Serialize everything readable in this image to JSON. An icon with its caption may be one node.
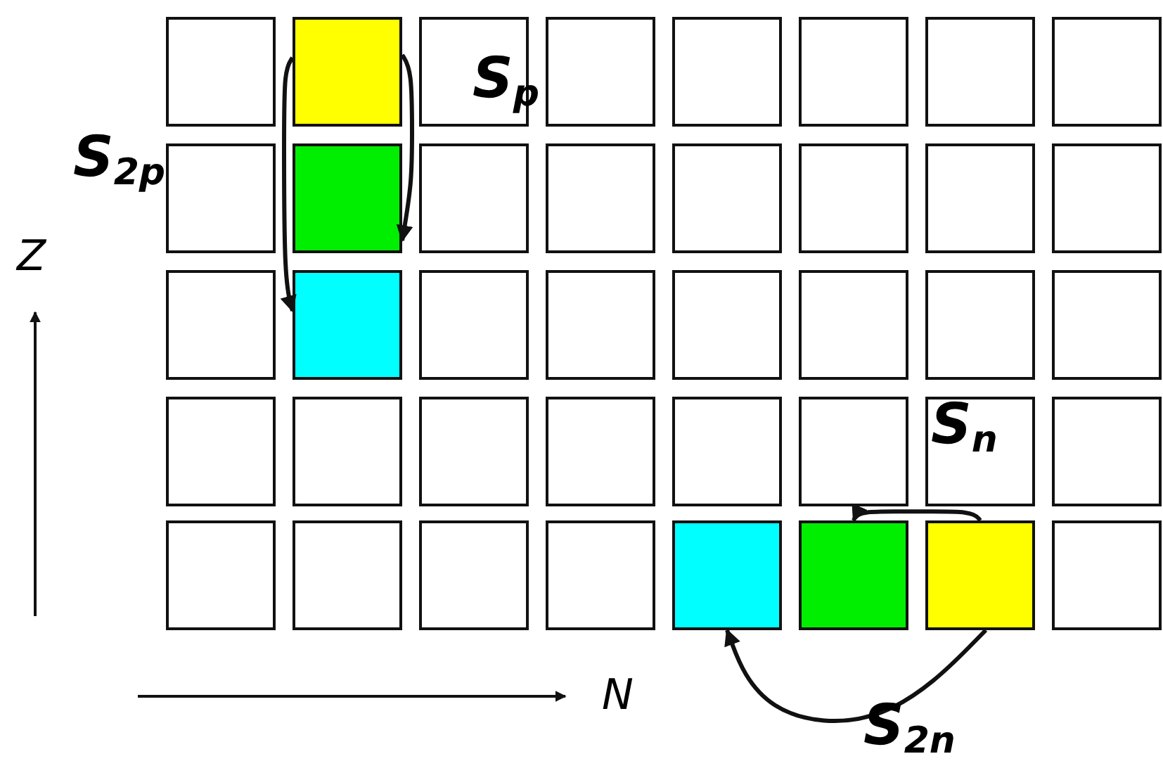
{
  "diagram": {
    "nodes": [
      {
        "text": [],
        "shape": "box"
      },
      {
        "text": [],
        "shape": "box"
      },
      {
        "text": [],
        "shape": "box"
      },
      {
        "text": [],
        "shape": "box"
      },
      {
        "text": [],
        "shape": "box"
      },
      {
        "text": [],
        "shape": "box"
      },
      {
        "text": [],
        "shape": "box"
      },
      {
        "text": [],
        "shape": "box"
      },
      {
        "text": [],
        "shape": "box"
      },
      {
        "text": [],
        "shape": "box"
      },
      {
        "text": [],
        "shape": "box"
      },
      {
        "text": [],
        "shape": "box"
      },
      {
        "text": [],
        "shape": "box"
      },
      {
        "text": [],
        "shape": "box"
      },
      {
        "text": [],
        "shape": "box"
      },
      {
        "text": [],
        "shape": "box"
      },
      {
        "text": [],
        "shape": "box"
      },
      {
        "text": [],
        "shape": "box"
      },
      {
        "text": [],
        "shape": "box"
      },
      {
        "text": [],
        "shape": "box"
      },
      {
        "text": [],
        "shape": "box"
      },
      {
        "text": [],
        "shape": "box"
      },
      {
        "text": [],
        "shape": "box"
      },
      {
        "text": [],
        "shape": "box"
      },
      {
        "text": [],
        "shape": "box"
      },
      {
        "text": [],
        "shape": "box"
      },
      {
        "text": [],
        "shape": "box"
      },
      {
        "text": [],
        "shape": "box"
      },
      {
        "text": [],
        "shape": "box"
      },
      {
        "text": [],
        "shape": "box"
      },
      {
        "text": [],
        "shape": "box"
      },
      {
        "text": [],
        "shape": "box"
      },
      {
        "text": [],
        "shape": "box"
      },
      {
        "text": [],
        "shape": "box"
      },
      {
        "text": [],
        "shape": "box"
      },
      {
        "text": [],
        "shape": "box"
      },
      {
        "text": [],
        "shape": "box"
      },
      {
        "text": [],
        "shape": "box"
      },
      {
        "text": [],
        "shape": "box"
      },
      {
        "text": [],
        "shape": "box"
      }
    ],
    "edges": [
      {
        "from": 1,
        "to": 9,
        "arrow": "to",
        "label": "S$_{p}$"
      },
      {
        "from": 1,
        "to": 17,
        "arrow": "to",
        "label": "S$_{2p}$"
      },
      {
        "from": 38,
        "to": 37,
        "arrow": "to",
        "label": "S$_{n}$"
      },
      {
        "from": 38,
        "to": 36,
        "arrow": "to",
        "label": "S$_{2n}$"
      }
    ],
    "labels": [
      "Z",
      "N"
    ]
  }
}
